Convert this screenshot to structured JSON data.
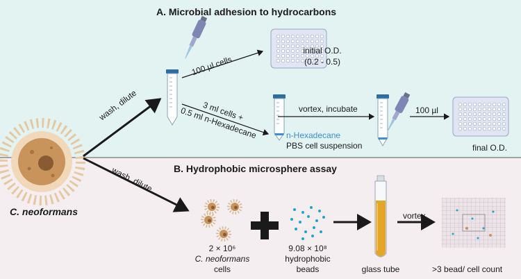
{
  "panel_a": {
    "title": "A. Microbial adhesion to hydrocarbons",
    "bg_color": "#e3f3f1",
    "step_wash": "wash, dilute",
    "step_100ul_cells": "100 µl cells",
    "step_mix_line1": "3 ml cells +",
    "step_mix_line2": "0.5 ml n-Hexadecane",
    "hexadecane_label": "n-Hexadecane",
    "pbs_label": "PBS cell suspension",
    "step_vortex": "vortex, incubate",
    "step_100ul": "100 µl",
    "initial_od_line1": "initial O.D.",
    "initial_od_line2": "(0.2 - 0.5)",
    "final_od": "final O.D."
  },
  "panel_b": {
    "title": "B. Hydrophobic microsphere assay",
    "bg_color": "#f4eef1",
    "step_wash": "wash, dilute",
    "cells_count": "2 × 10⁶",
    "cells_name": "C. neoformans",
    "cells_word": "cells",
    "beads_count": "9.08 × 10⁸",
    "beads_line2": "hydrophobic",
    "beads_line3": "beads",
    "glass_tube": "glass tube",
    "step_vortex": "vortex",
    "result": ">3 bead/ cell count"
  },
  "organism": "C. neoformans",
  "colors": {
    "hexadecane_text": "#3a8fd6",
    "tube_cap": "#2e6e9e",
    "plate_fill": "#dfe5f2",
    "bead": "#1ea5c9",
    "cell_body": "#c8945c",
    "glass_liquid": "#e5a526"
  },
  "icons": [
    "pipette-icon",
    "tube-icon",
    "well-plate-icon",
    "yeast-cell-icon",
    "glass-tube-icon",
    "hemocytometer-icon",
    "plus-icon",
    "bead-icon"
  ]
}
